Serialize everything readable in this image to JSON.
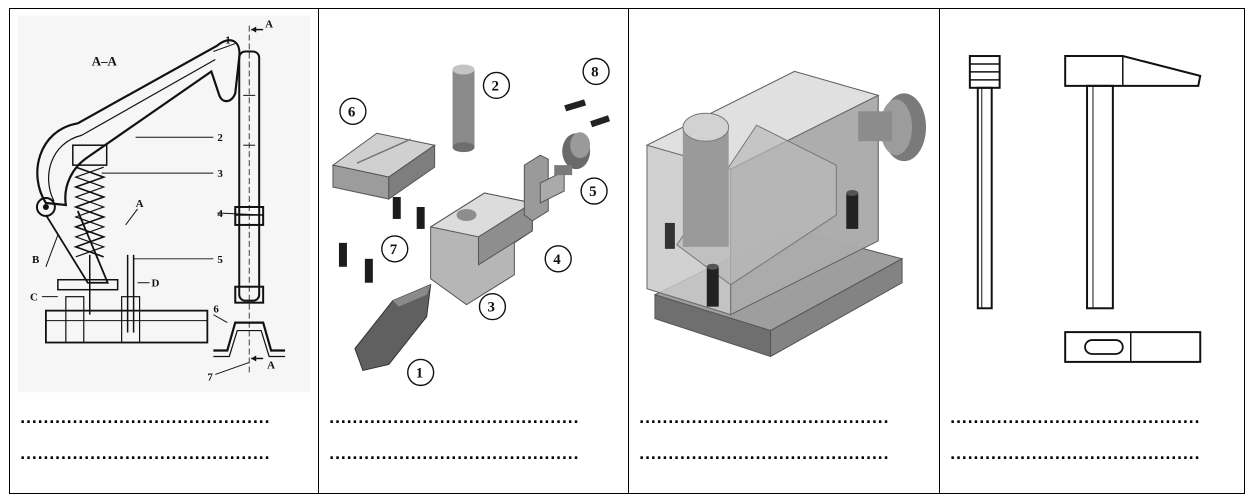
{
  "panels": [
    {
      "id": "technical-drawing",
      "labels": {
        "section": "A–A",
        "p1": "1",
        "p2": "2",
        "p3": "3",
        "p4": "4",
        "p5": "5",
        "p6": "6",
        "p7": "7",
        "A1": "A",
        "A2": "A",
        "A3": "A",
        "B": "B",
        "C": "C",
        "D": "D"
      }
    },
    {
      "id": "exploded-view",
      "labels": {
        "n1": "1",
        "n2": "2",
        "n3": "3",
        "n4": "4",
        "n5": "5",
        "n6": "6",
        "n7": "7",
        "n8": "8"
      }
    },
    {
      "id": "assembled-3d-view"
    },
    {
      "id": "hammer-drawing"
    }
  ],
  "answer_lines": [
    "...........................................",
    "..........................................."
  ],
  "colors": {
    "border": "#000000",
    "part_gray": "#a9a9a9",
    "dark_gray": "#5a5a5a",
    "light_gray": "#d6d6d6"
  }
}
